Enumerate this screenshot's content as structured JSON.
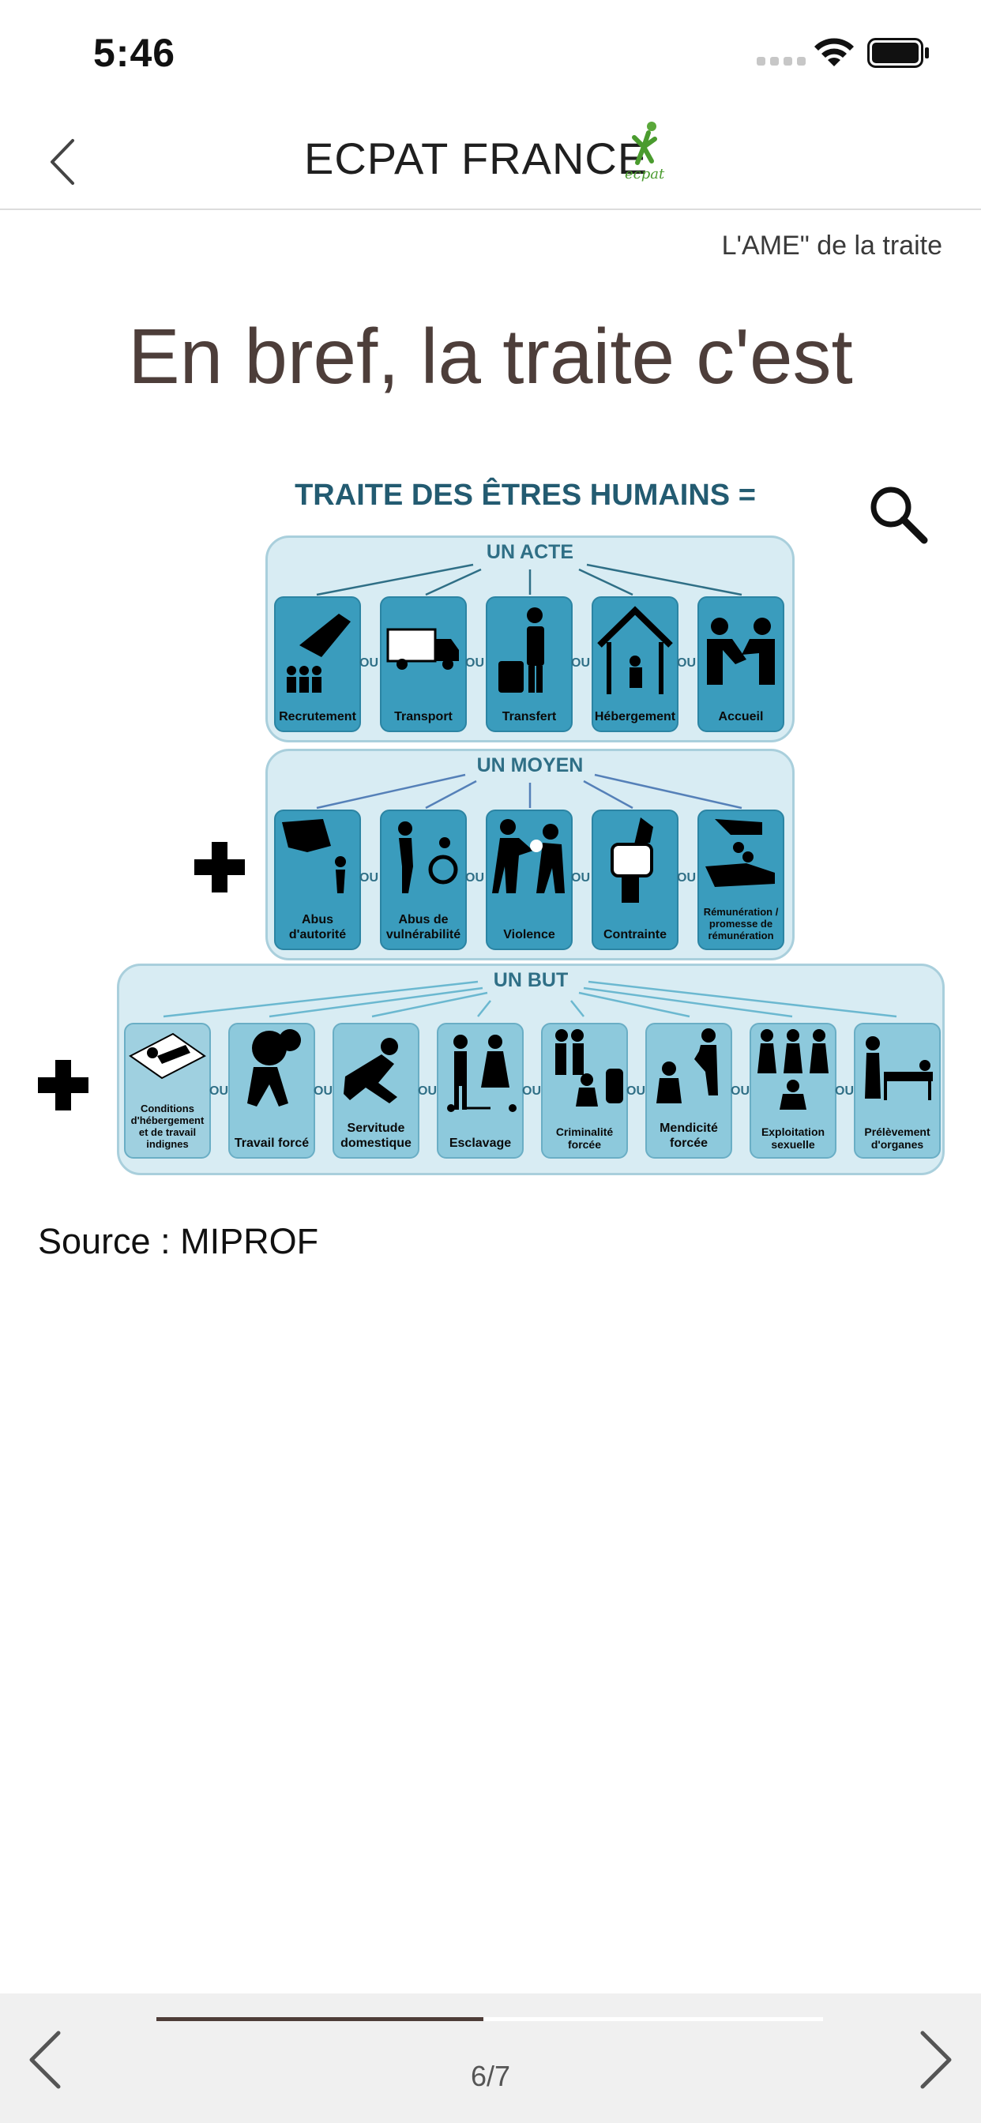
{
  "status": {
    "time": "5:46"
  },
  "header": {
    "brand": "ECPAT FRANCE",
    "logo_text": "ecpat"
  },
  "subtitle": "L'AME\" de la traite",
  "title": "En bref, la traite c'est",
  "infographic": {
    "title": "TRAITE DES ÊTRES HUMAINS =",
    "ou": "OU",
    "acte": {
      "label": "UN ACTE",
      "items": [
        "Recrutement",
        "Transport",
        "Transfert",
        "Hébergement",
        "Accueil"
      ]
    },
    "moyen": {
      "label": "UN MOYEN",
      "items": [
        "Abus d'autorité",
        "Abus de vulnérabilité",
        "Violence",
        "Contrainte",
        "Rémunération / promesse de rémunération"
      ]
    },
    "but": {
      "label": "UN BUT",
      "items": [
        "Conditions d'hébergement et de travail indignes",
        "Travail forcé",
        "Servitude domestique",
        "Esclavage",
        "Criminalité forcée",
        "Mendicité forcée",
        "Exploitation sexuelle",
        "Prélèvement d'organes"
      ]
    }
  },
  "source": "Source : MIPROF",
  "pagination": {
    "current": 6,
    "total": 7,
    "label": "6/7",
    "progress": 0.49
  }
}
